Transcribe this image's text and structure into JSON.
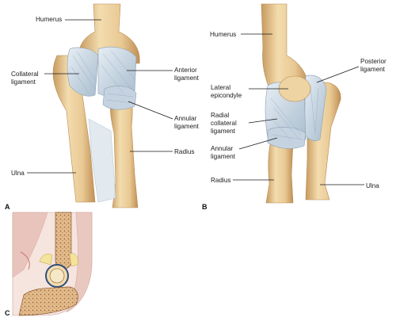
{
  "colors": {
    "bone_light": "#f3dcae",
    "bone_mid": "#e2c08a",
    "bone_dark": "#c79a5e",
    "ligament": "#cfdbe6",
    "ligament_shade": "#9fb2c4",
    "muscle": "#e8c4bc",
    "marrow": "#d7a77a",
    "cartilage": "#f4e39a",
    "capsule": "#2c4f7c"
  },
  "panels": {
    "a": {
      "letter": "A",
      "labels": {
        "humerus": "Humerus",
        "collateral": [
          "Collateral",
          "ligament"
        ],
        "anterior": [
          "Anterior",
          "ligament"
        ],
        "annular": [
          "Annular",
          "ligament"
        ],
        "radius": "Radius",
        "ulna": "Ulna"
      }
    },
    "b": {
      "letter": "B",
      "labels": {
        "humerus": "Humerus",
        "posterior": [
          "Posterior",
          "ligament"
        ],
        "lateral_epicondyle": [
          "Lateral",
          "epicondyle"
        ],
        "radial_collateral": [
          "Radial",
          "collateral",
          "ligament"
        ],
        "annular": [
          "Annular",
          "ligament"
        ],
        "radius": "Radius",
        "ulna": "Ulna"
      }
    },
    "c": {
      "letter": "C"
    }
  }
}
